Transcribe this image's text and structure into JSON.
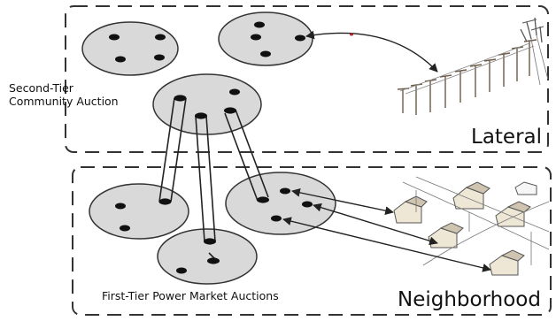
{
  "labels": {
    "second_tier_line1": "Second-Tier",
    "second_tier_line2": "Community Auction",
    "first_tier": "First-Tier Power Market Auctions",
    "lateral": "Lateral",
    "neighborhood": "Neighborhood"
  },
  "colors": {
    "auction_fill": "#d9d9d9",
    "node_fill": "#111111",
    "outline": "#333333",
    "region_border": "#333333"
  },
  "icons": {
    "power_lines": "utility-pole-line-icon",
    "houses": "house-cluster-icon"
  }
}
